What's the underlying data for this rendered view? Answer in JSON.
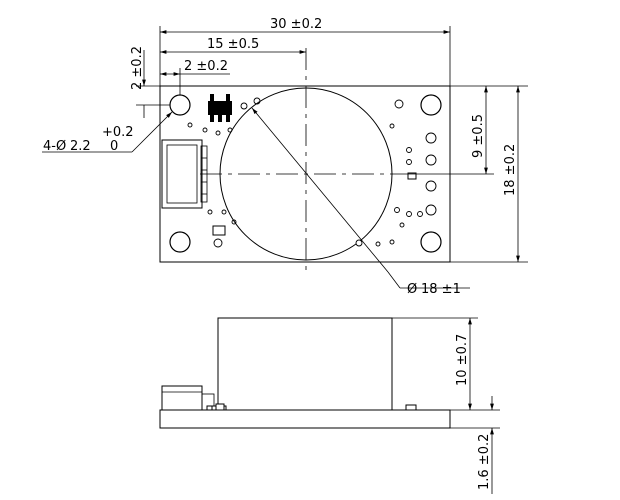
{
  "dimensions": {
    "width_total": "30 ±0.2",
    "center_offset": "15 ±0.5",
    "hole_offset_x": "2 ±0.2",
    "hole_offset_y": "2 ±0.2",
    "hole_spec_prefix": "4-",
    "hole_spec_diameter": "2.2",
    "hole_tol_upper": "+0.2",
    "hole_tol_lower": "0",
    "height_total": "18 ±0.2",
    "center_offset_y": "9 ±0.5",
    "circle_diameter": "18 ±1",
    "side_height": "10 ±0.7",
    "board_thickness": "1.6 ±0.2"
  },
  "symbols": {
    "diameter": "Ø"
  }
}
